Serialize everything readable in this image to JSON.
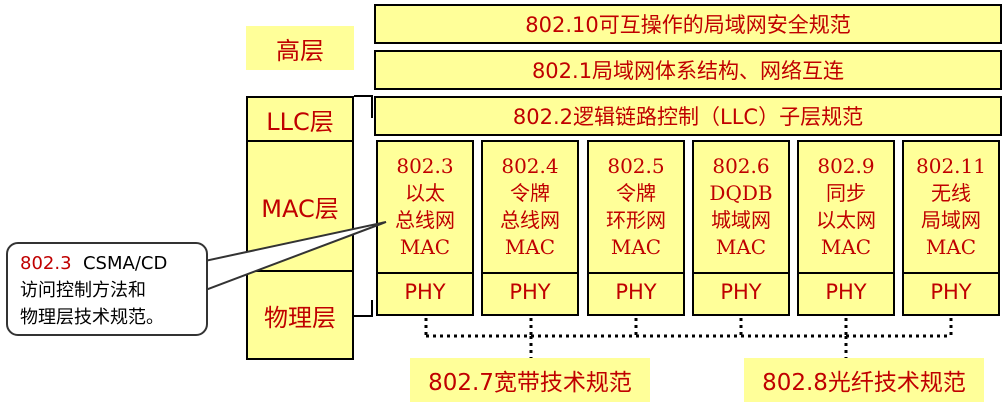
{
  "layers": {
    "high": "高层",
    "llc": "LLC层",
    "mac": "MAC层",
    "physical": "物理层"
  },
  "standards": {
    "s8021010": "802.10可互操作的局域网安全规范",
    "s8021": "802.1局域网体系结构、网络互连",
    "s8022": "802.2逻辑链路控制（LLC）子层规范"
  },
  "mac_columns": [
    {
      "mac": "802.3\n以太\n总线网\nMAC",
      "phy": "PHY"
    },
    {
      "mac": "802.4\n令牌\n总线网\nMAC",
      "phy": "PHY"
    },
    {
      "mac": "802.5\n令牌\n环形网\nMAC",
      "phy": "PHY"
    },
    {
      "mac": "802.6\nDQDB\n城域网\nMAC",
      "phy": "PHY"
    },
    {
      "mac": "802.9\n同步\n以太网\nMAC",
      "phy": "PHY"
    },
    {
      "mac": "802.11\n无线\n局域网\nMAC",
      "phy": "PHY"
    }
  ],
  "callout": {
    "code": "802.3",
    "line1_rest": "CSMA/CD",
    "line2": "访问控制方法和",
    "line3": "物理层技术规范。"
  },
  "bottom": {
    "broadband": "802.7宽带技术规范",
    "fiber": "802.8光纤技术规范"
  }
}
